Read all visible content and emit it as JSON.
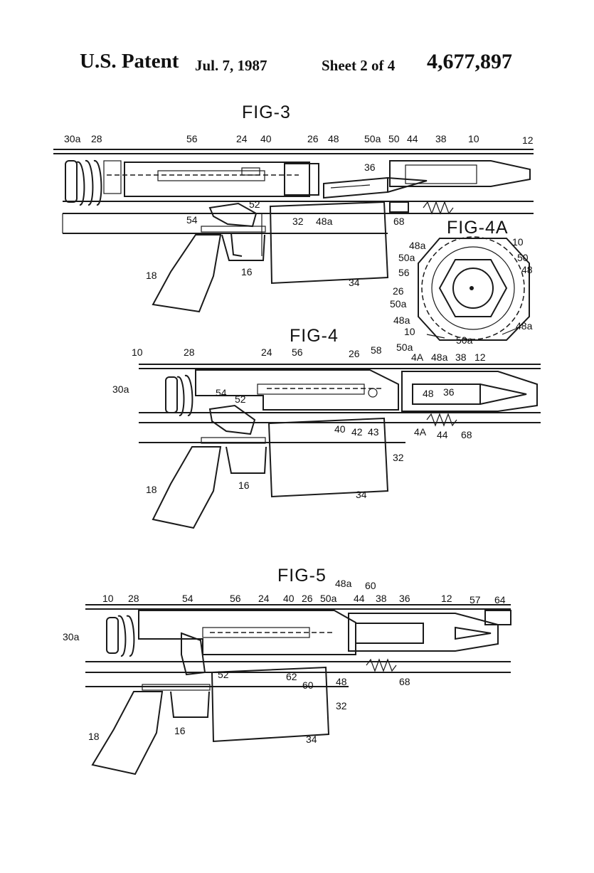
{
  "header": {
    "title": "U.S. Patent",
    "date": "Jul. 7, 1987",
    "sheet": "Sheet 2 of 4",
    "patent_number": "4,677,897"
  },
  "figures": {
    "fig3": {
      "label": "FIG-3",
      "refs": [
        "30a",
        "28",
        "56",
        "24",
        "40",
        "26",
        "48",
        "50a",
        "50",
        "44",
        "38",
        "10",
        "12",
        "36",
        "52",
        "54",
        "32",
        "48a",
        "68",
        "18",
        "16",
        "34"
      ]
    },
    "fig4a": {
      "label": "FIG-4A",
      "refs": [
        "10",
        "48a",
        "50a",
        "50",
        "48",
        "56",
        "26",
        "50a",
        "48a",
        "10",
        "50a",
        "48a"
      ]
    },
    "fig4": {
      "label": "FIG-4",
      "refs": [
        "10",
        "28",
        "24",
        "56",
        "26",
        "58",
        "50a",
        "4A",
        "48a",
        "38",
        "12",
        "30a",
        "54",
        "52",
        "48",
        "36",
        "40",
        "42",
        "43",
        "4A",
        "44",
        "68",
        "32",
        "18",
        "16",
        "34"
      ]
    },
    "fig5": {
      "label": "FIG-5",
      "refs": [
        "10",
        "28",
        "54",
        "56",
        "24",
        "40",
        "26",
        "50a",
        "48a",
        "44",
        "60",
        "38",
        "36",
        "12",
        "57",
        "64",
        "30a",
        "52",
        "62",
        "60",
        "48",
        "68",
        "32",
        "18",
        "16",
        "34"
      ]
    }
  }
}
